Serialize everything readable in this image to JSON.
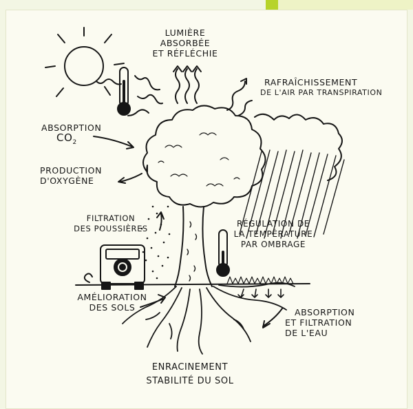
{
  "labels": {
    "lumiere_1": "LUMIÈRE",
    "lumiere_2": "ABSORBÉE",
    "lumiere_3": "ET RÉFLÉCHIE",
    "rafraich_1": "RAFRAÎCHISSEMENT",
    "rafraich_2": "DE L'AIR PAR TRANSPIRATION",
    "absorption_co2_1": "ABSORPTION",
    "absorption_co2_2": "CO",
    "absorption_co2_sub": "2",
    "oxygene_1": "PRODUCTION",
    "oxygene_2": "D'OXYGÈNE",
    "filtration_1": "FILTRATION",
    "filtration_2": "DES POUSSIÈRES",
    "regulation_1": "RÉGULATION DE",
    "regulation_2": "LA TEMPÉRATURE",
    "regulation_3": "PAR OMBRAGE",
    "sols_1": "AMÉLIORATION",
    "sols_2": "DES SOLS",
    "eau_1": "ABSORPTION",
    "eau_2": "ET FILTRATION",
    "eau_3": "DE L'EAU",
    "enracinement_1": "ENRACINEMENT",
    "enracinement_2": "STABILITÉ DU SOL"
  },
  "colors": {
    "background": "#f3f6e4",
    "panel": "#fbfbf1",
    "accent": "#b7d32a",
    "ink": "#161616"
  }
}
